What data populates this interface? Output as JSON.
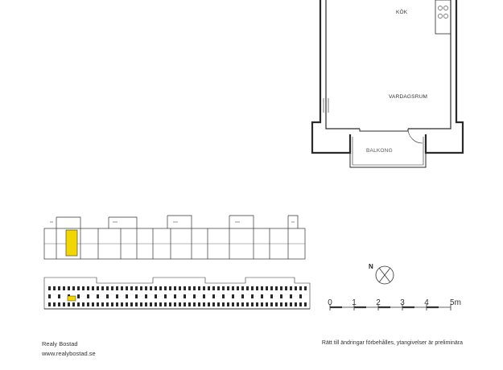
{
  "floorplan": {
    "rooms": [
      {
        "id": "kitchen",
        "label": "KÖK"
      },
      {
        "id": "living",
        "label": "VARDAGSRUM"
      },
      {
        "id": "balcony",
        "label": "BALKONG"
      }
    ]
  },
  "scale_bar": {
    "ticks": [
      "0",
      "1",
      "2",
      "3",
      "4",
      "5m"
    ]
  },
  "compass": {
    "label": "N"
  },
  "footer": {
    "company": "Realy Bostad",
    "website": "www.realybostad.se",
    "disclaimer": "Rätt till ändringar förbehålles, ytangivelser är preliminära"
  },
  "colors": {
    "highlight": "#f2d600",
    "line": "#2a2a2a"
  }
}
